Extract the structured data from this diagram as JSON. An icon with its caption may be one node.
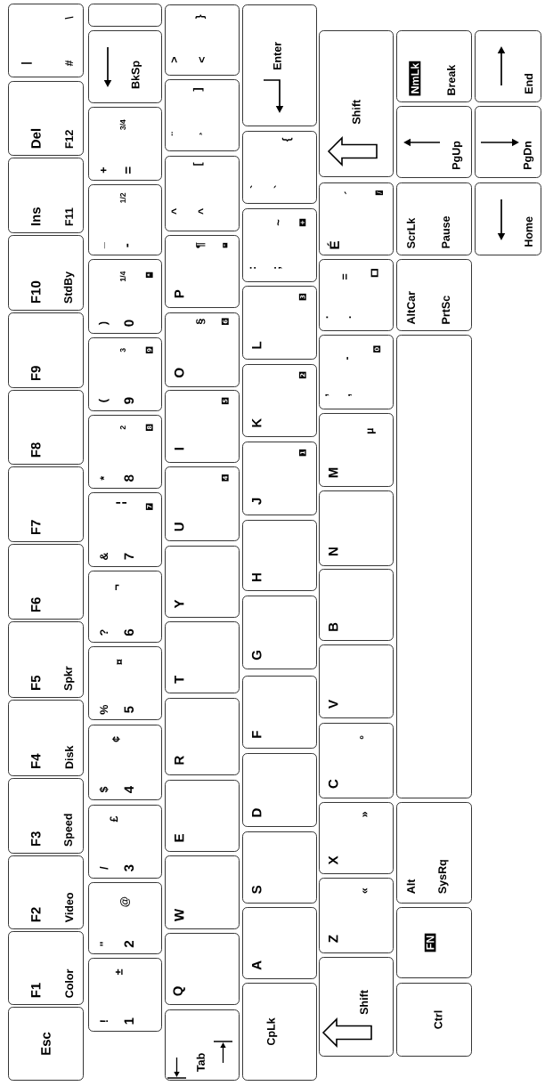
{
  "diagram": {
    "nodes": [
      {
        "text": [
          "Esc"
        ]
      },
      {
        "text": [
          "F1",
          "Color"
        ]
      },
      {
        "text": [
          "F2",
          "Video"
        ]
      },
      {
        "text": [
          "F3",
          "Speed"
        ]
      },
      {
        "text": [
          "F4",
          "Disk"
        ]
      },
      {
        "text": [
          "F5",
          "Spkr"
        ]
      },
      {
        "text": [
          "F6"
        ]
      },
      {
        "text": [
          "F7"
        ]
      },
      {
        "text": [
          "F8"
        ]
      },
      {
        "text": [
          "F9"
        ]
      },
      {
        "text": [
          "F10",
          "StdBy"
        ]
      },
      {
        "text": [
          "Ins",
          "F11"
        ]
      },
      {
        "text": [
          "Del",
          "F12"
        ]
      },
      {
        "text": [
          "|",
          "#",
          "\\"
        ]
      },
      {
        "text": [
          "!",
          "1",
          "±"
        ]
      },
      {
        "text": [
          "\"",
          "2",
          "@"
        ]
      },
      {
        "text": [
          "/",
          "3",
          "£"
        ]
      },
      {
        "text": [
          "$",
          "4",
          "¢"
        ]
      },
      {
        "text": [
          "%",
          "5",
          "¤"
        ]
      },
      {
        "text": [
          "?",
          "6",
          "¬"
        ]
      },
      {
        "text": [
          "&",
          "7",
          "¦",
          "7"
        ]
      },
      {
        "text": [
          "*",
          "8",
          "2",
          "8"
        ]
      },
      {
        "text": [
          "(",
          "9",
          "3",
          "9"
        ]
      },
      {
        "text": [
          ")",
          "0",
          "1/4",
          "*"
        ]
      },
      {
        "text": [
          "_",
          "-",
          "1/2"
        ]
      },
      {
        "text": [
          "+",
          "=",
          "3/4"
        ]
      },
      {
        "text": [
          "BkSp"
        ]
      },
      {
        "text": [],
        "shape": "box"
      },
      {
        "text": [
          "Tab"
        ]
      },
      {
        "text": [
          "Q"
        ]
      },
      {
        "text": [
          "W"
        ]
      },
      {
        "text": [
          "E"
        ]
      },
      {
        "text": [
          "R"
        ]
      },
      {
        "text": [
          "T"
        ]
      },
      {
        "text": [
          "Y"
        ]
      },
      {
        "text": [
          "U",
          "4"
        ]
      },
      {
        "text": [
          "I",
          "5"
        ]
      },
      {
        "text": [
          "O",
          "§",
          "6"
        ]
      },
      {
        "text": [
          "P",
          "¶",
          "-"
        ]
      },
      {
        "text": [
          "^",
          "^",
          "["
        ]
      },
      {
        "text": [
          "¨",
          "¸",
          "]"
        ]
      },
      {
        "text": [
          ">",
          "<",
          "}"
        ]
      },
      {
        "text": [
          "CpLk"
        ]
      },
      {
        "text": [
          "A"
        ]
      },
      {
        "text": [
          "S"
        ]
      },
      {
        "text": [
          "D"
        ]
      },
      {
        "text": [
          "F"
        ]
      },
      {
        "text": [
          "G"
        ]
      },
      {
        "text": [
          "H"
        ]
      },
      {
        "text": [
          "J",
          "1"
        ]
      },
      {
        "text": [
          "K",
          "2"
        ]
      },
      {
        "text": [
          "L",
          "3"
        ]
      },
      {
        "text": [
          ":",
          ";",
          "~",
          "+"
        ]
      },
      {
        "text": [
          "`",
          "`",
          "{"
        ]
      },
      {
        "text": [
          "Enter"
        ]
      },
      {
        "text": [
          "Shift"
        ]
      },
      {
        "text": [
          "Z",
          "«"
        ]
      },
      {
        "text": [
          "X",
          "»"
        ]
      },
      {
        "text": [
          "C",
          "°"
        ]
      },
      {
        "text": [
          "V"
        ]
      },
      {
        "text": [
          "B"
        ]
      },
      {
        "text": [
          "N"
        ]
      },
      {
        "text": [
          "M",
          "µ"
        ]
      },
      {
        "text": [
          ",",
          ",",
          "-",
          "0"
        ]
      },
      {
        "text": [
          ".",
          ".",
          "=",
          "■"
        ]
      },
      {
        "text": [
          "É",
          "´",
          "/"
        ]
      },
      {
        "text": [
          "Shift"
        ]
      },
      {
        "text": [
          "Ctrl"
        ]
      },
      {
        "text": [
          "FN"
        ]
      },
      {
        "text": [
          "Alt",
          "SysRq"
        ]
      },
      {
        "text": [],
        "shape": "box"
      },
      {
        "text": [
          "AltCar",
          "PrtSc"
        ]
      },
      {
        "text": [
          "ScrLk",
          "Pause"
        ]
      },
      {
        "text": [
          "PgUp"
        ]
      },
      {
        "text": [
          "NmLk",
          "Break"
        ]
      },
      {
        "text": [
          "Home"
        ]
      },
      {
        "text": [
          "PgDn"
        ]
      },
      {
        "text": [
          "End"
        ]
      }
    ]
  }
}
